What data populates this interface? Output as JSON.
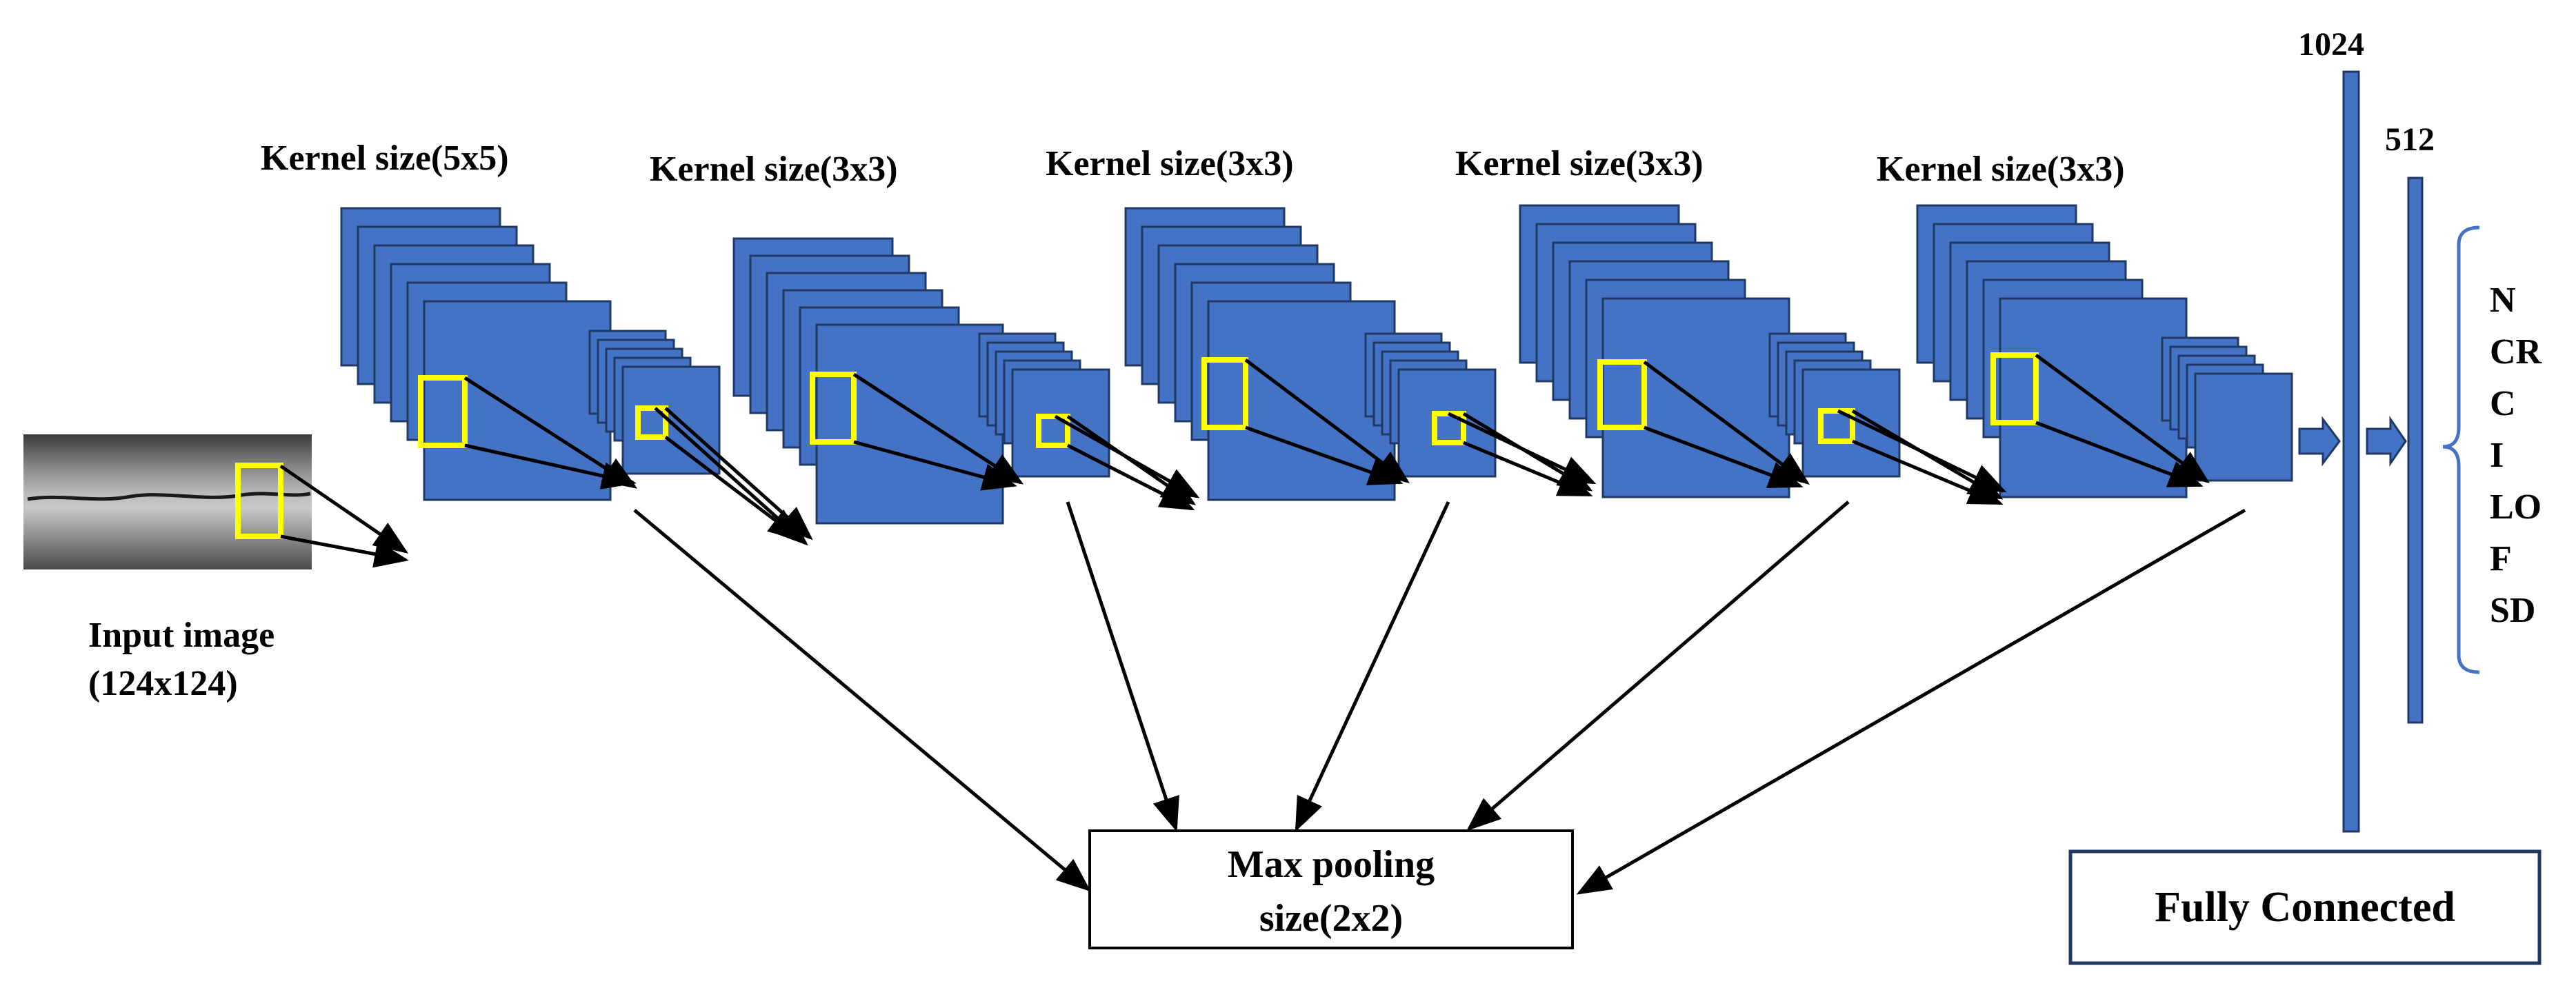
{
  "colors": {
    "feature_map_fill": "#4472C4",
    "feature_map_stroke": "#1F3864",
    "kernel_box": "#FFFF00",
    "arrow": "#000000",
    "fc_box_border": "#1F3864",
    "bracket": "#4472C4"
  },
  "input": {
    "label_line1": "Input image",
    "label_line2": "(124x124)"
  },
  "conv_layers": [
    {
      "kernel_label": "Kernel size(5x5)"
    },
    {
      "kernel_label": "Kernel size(3x3)"
    },
    {
      "kernel_label": "Kernel size(3x3)"
    },
    {
      "kernel_label": "Kernel size(3x3)"
    },
    {
      "kernel_label": "Kernel size(3x3)"
    }
  ],
  "max_pooling": {
    "line1": "Max pooling",
    "line2": "size(2x2)"
  },
  "fully_connected": {
    "label": "Fully Connected",
    "layers": [
      {
        "size_label": "1024"
      },
      {
        "size_label": "512"
      }
    ]
  },
  "output_classes": [
    "N",
    "CR",
    "C",
    "I",
    "LO",
    "F",
    "SD"
  ]
}
